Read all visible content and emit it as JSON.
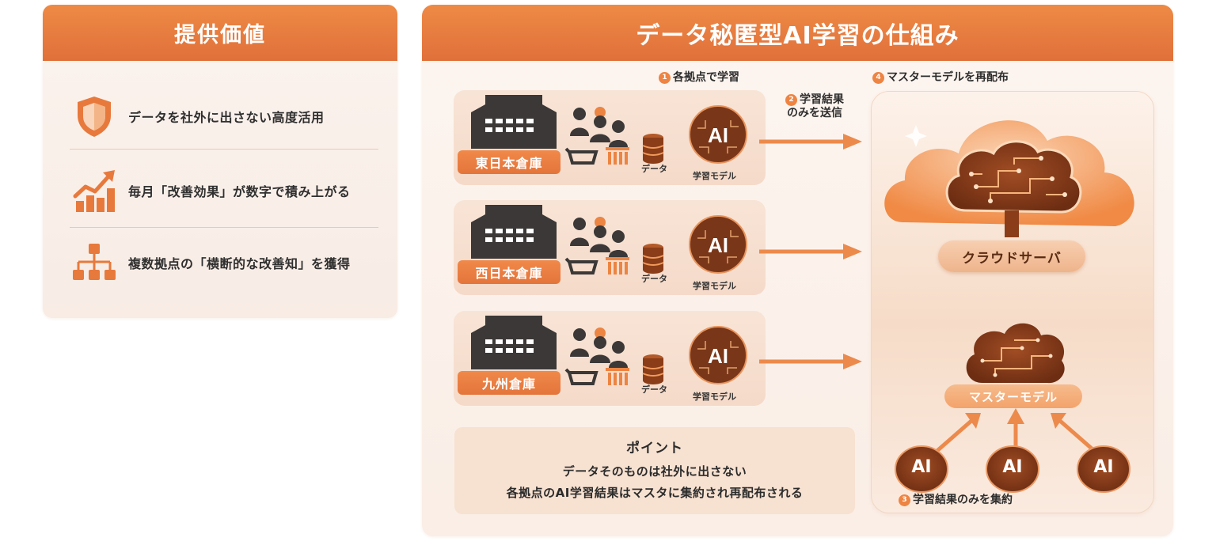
{
  "left_panel": {
    "title": "提供価値",
    "items": [
      {
        "icon": "shield-icon",
        "text": "データを社外に出さない高度活用"
      },
      {
        "icon": "growth-chart-icon",
        "text": "毎月「改善効果」が数字で積み上がる"
      },
      {
        "icon": "org-chart-icon",
        "text": "複数拠点の「横断的な改善知」を獲得"
      }
    ]
  },
  "right_panel": {
    "title": "データ秘匿型AI学習の仕組み",
    "steps": [
      {
        "num": "1",
        "label": "各拠点で学習"
      },
      {
        "num": "2",
        "label_line1": "学習結果",
        "label_line2": "のみを送信"
      },
      {
        "num": "3",
        "label": "学習結果のみを集約"
      },
      {
        "num": "4",
        "label": "マスターモデルを再配布"
      }
    ],
    "sites": [
      {
        "name": "東日本倉庫",
        "data_label": "データ",
        "model_label": "学習モデル",
        "ai_text": "AI"
      },
      {
        "name": "西日本倉庫",
        "data_label": "データ",
        "model_label": "学習モデル",
        "ai_text": "AI"
      },
      {
        "name": "九州倉庫",
        "data_label": "データ",
        "model_label": "学習モデル",
        "ai_text": "AI"
      }
    ],
    "server": {
      "cloud_label": "クラウドサーバ",
      "master_label": "マスターモデル",
      "node_ai_text": [
        "AI",
        "AI",
        "AI"
      ]
    },
    "point": {
      "title": "ポイント",
      "line1": "データそのものは社外に出さない",
      "line2": "各拠点のAI学習結果はマスタに集約され再配布される"
    }
  },
  "colors": {
    "accent": "#e8793c",
    "accent_light": "#f4a46c",
    "brain": "#7a3618",
    "panel_bg": "#fbf1ea",
    "building": "#3b3837"
  }
}
